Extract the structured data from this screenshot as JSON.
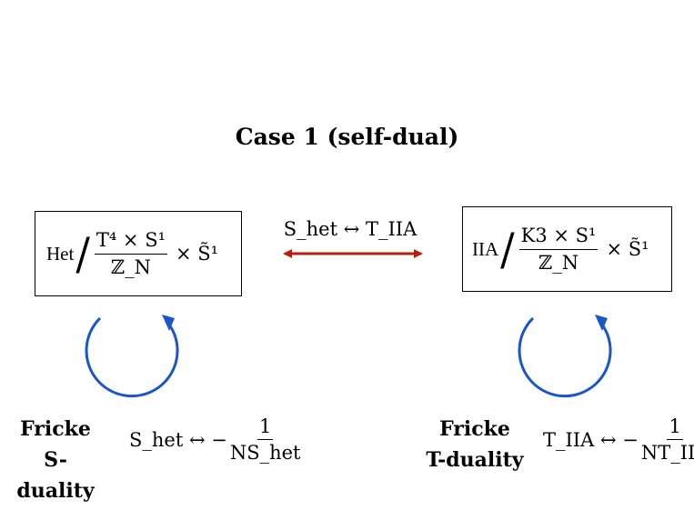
{
  "title": "Case 1 (self-dual)",
  "left_box": {
    "prefix": "Het",
    "numerator": "T⁴ × S¹",
    "denominator": "ℤ_N",
    "suffix": "× S̃¹"
  },
  "right_box": {
    "prefix": "IIA",
    "numerator": "K3 × S¹",
    "denominator": "ℤ_N",
    "suffix": "× S̃¹"
  },
  "middle_duality": {
    "label": "S_het ↔ T_IIA",
    "color": "#b52010"
  },
  "left_self_duality": {
    "name_line1": "Fricke",
    "name_line2": "S-duality",
    "relation_lhs": "S_het ↔ −",
    "relation_num": "1",
    "relation_den": "NS_het",
    "color": "#1a56c8"
  },
  "right_self_duality": {
    "name_line1": "Fricke",
    "name_line2": "T-duality",
    "relation_lhs": "T_IIA ↔ −",
    "relation_num": "1",
    "relation_den": "NT_IIA",
    "color": "#1a56c8"
  }
}
